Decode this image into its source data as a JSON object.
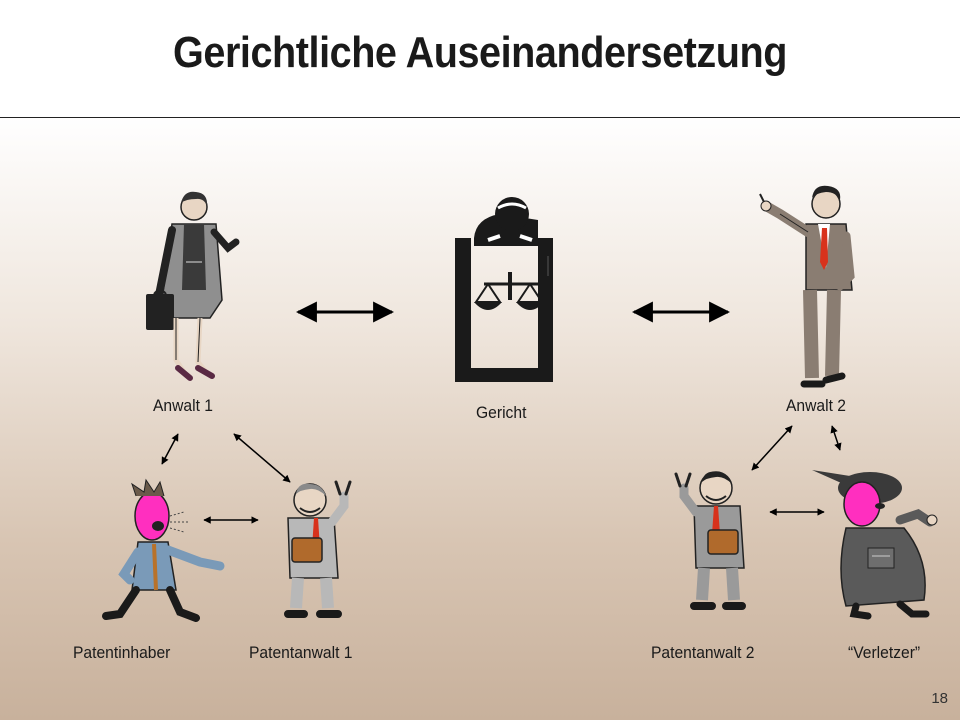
{
  "slide": {
    "title": "Gerichtliche Auseinandersetzung",
    "page_number": "18"
  },
  "nodes": {
    "anwalt1": "Anwalt 1",
    "gericht": "Gericht",
    "anwalt2": "Anwalt 2",
    "patentinhaber": "Patentinhaber",
    "patentanwalt1": "Patentanwalt 1",
    "patentanwalt2": "Patentanwalt 2",
    "verletzer": "“Verletzer”"
  },
  "icons": {
    "anwalt1": "businesswoman-briefcase-icon",
    "gericht": "judge-scales-icon",
    "anwalt2": "businessman-pointing-icon",
    "patentinhaber": "angry-man-icon",
    "patentanwalt1": "victory-man-icon",
    "patentanwalt2": "victory-man-icon",
    "verletzer": "masked-thief-icon"
  },
  "colors": {
    "angry_face": "#ff2fbf",
    "thief_mask": "#ff2fbf",
    "suit_grey": "#9a9a9a",
    "tie_red": "#d8321c",
    "arrow": "#000000"
  }
}
